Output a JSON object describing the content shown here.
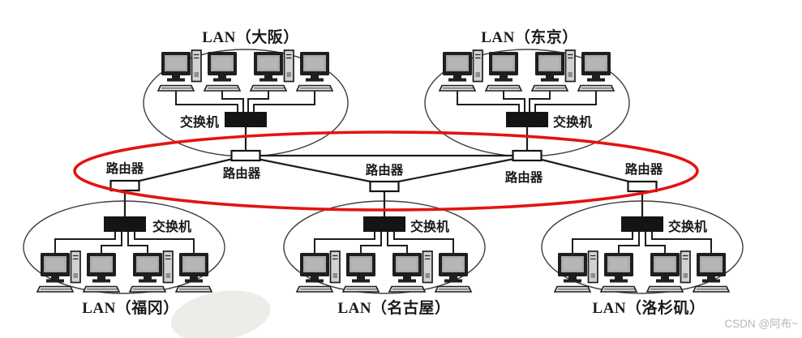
{
  "labels": {
    "switch": "交换机",
    "router": "路由器"
  },
  "lans": {
    "osaka": {
      "label": "LAN（大阪）"
    },
    "tokyo": {
      "label": "LAN（东京）"
    },
    "fukuoka": {
      "label": "LAN（福冈）"
    },
    "nagoya": {
      "label": "LAN（名古屋）"
    },
    "los_angeles": {
      "label": "LAN（洛杉矶）"
    }
  },
  "watermark": {
    "text": "CSDN @阿布~"
  },
  "colors": {
    "highlight_red": "#e41310",
    "line_dark": "#1d1d1d",
    "watermark_gray": "#b4b8c0"
  }
}
